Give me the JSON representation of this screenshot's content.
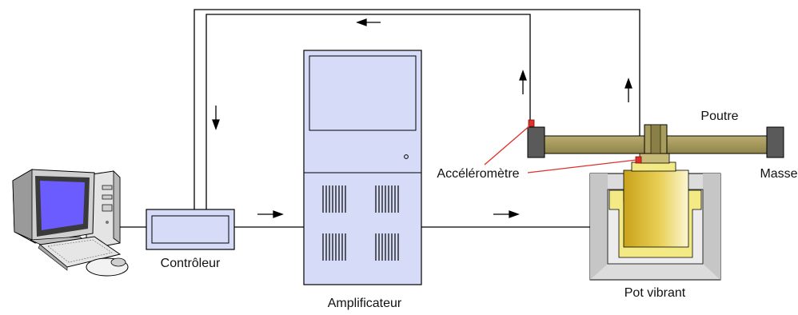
{
  "labels": {
    "controleur": "Contrôleur",
    "amplificateur": "Amplificateur",
    "pot_vibrant": "Pot vibrant",
    "poutre": "Poutre",
    "masse": "Masse",
    "accelerometre": "Accéléromètre"
  },
  "colors": {
    "panel_blue": "#d6dcf7",
    "screen_blue": "#6a5cff",
    "beam_olive": "#a89c5c",
    "shaker_gold": "#d6b21e",
    "shaker_yellow": "#f3ea86",
    "shaker_gray": "#dcdcdc",
    "block_gray": "#5a5a5a",
    "sensor_red": "#e0302a"
  },
  "icons": [
    "computer-icon"
  ]
}
